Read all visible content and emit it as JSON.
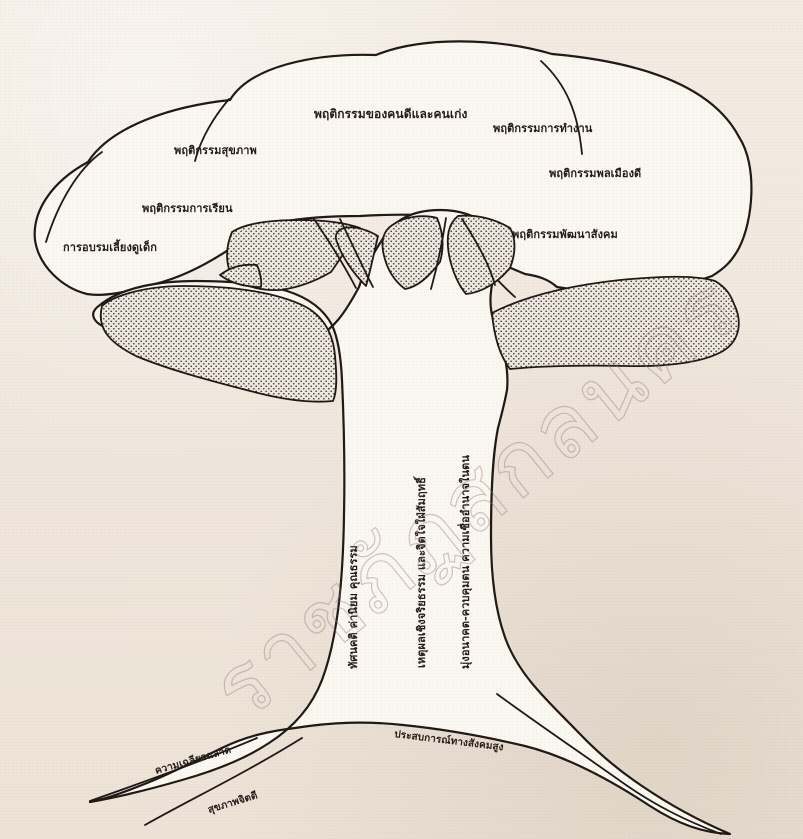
{
  "labels": {
    "top": "พฤติกรรมของคนดีและคนเก่ง",
    "health": "พฤติกรรมสุขภาพ",
    "learning": "พฤติกรรมการเรียน",
    "work": "พฤติกรรมการทำงาน",
    "citizen": "พฤติกรรมพลเมืองดี",
    "care": "การอบรมเลี้ยงดูเด็ก",
    "society": "พฤติกรรมพัฒนาสังคม",
    "trunk_1": "ทัศนคติ ค่านิยม คุณธรรม",
    "trunk_2": "เหตุผลเชิงจริยธรรม และจิตใจใฝ่สัมฤทธิ์",
    "trunk_3": "มุ่งอนาคต-ควบคุมตน ความเชื่ออำนาจในตน",
    "root_left_top": "ความเฉลียวฉลาด",
    "root_left_bottom": "สุขภาพจิตดี",
    "root_right": "ประสบการณ์ทางสังคมสูง"
  },
  "watermark": "ราชภัฏสกลนคร"
}
